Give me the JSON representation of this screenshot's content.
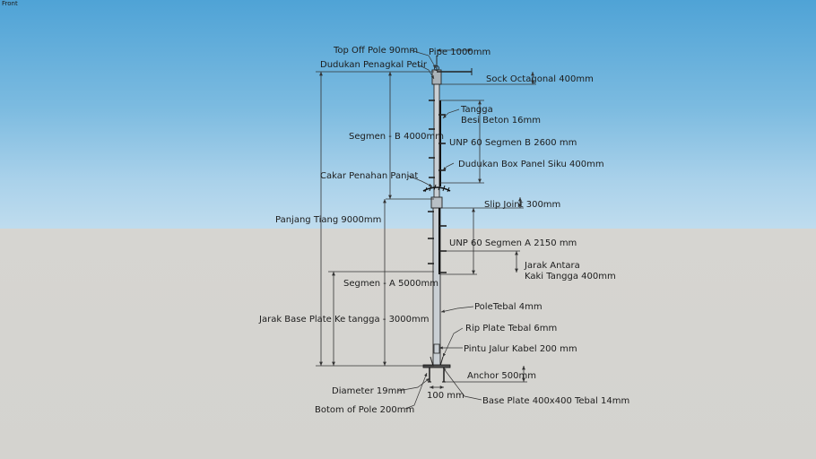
{
  "view_label": "Front",
  "labels": {
    "top_off_pole": "Top Off Pole 90mm",
    "pipe": "Pipe 1000mm",
    "dudukan_penangkal": "Dudukan Penagkal Petir",
    "sock_octagonal": "Sock Octagonal 400mm",
    "tangga_line1": "Tangga",
    "tangga_line2": "Besi Beton 16mm",
    "segmen_b": "Segmen - B 4000mm",
    "unp_b": "UNP 60 Segmen B 2600 mm",
    "dudukan_box": "Dudukan Box Panel Siku 400mm",
    "cakar": "Cakar Penahan Panjat",
    "slip_joint": "Slip Joint 300mm",
    "panjang_tiang": "Panjang Tiang 9000mm",
    "unp_a": "UNP 60 Segmen A 2150 mm",
    "jarak_antara_line1": "Jarak Antara",
    "jarak_antara_line2": "Kaki Tangga 400mm",
    "segmen_a": "Segmen - A 5000mm",
    "pole_tebal": "PoleTebal 4mm",
    "jarak_base": "Jarak Base Plate Ke tangga - 3000mm",
    "rip_plate": "Rip Plate Tebal 6mm",
    "pintu_jalur": "Pintu Jalur Kabel 200 mm",
    "anchor": "Anchor 500mm",
    "diameter": "Diameter 19mm",
    "hundred_mm": "100 mm",
    "base_plate": "Base Plate 400x400 Tebal 14mm",
    "botom_pole": "Botom of Pole 200mm"
  }
}
